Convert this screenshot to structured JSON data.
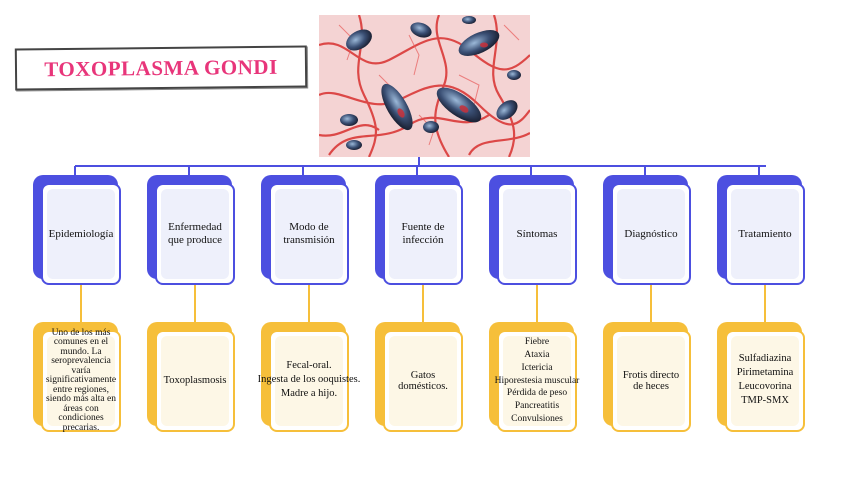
{
  "title": "TOXOPLASMA GONDI",
  "colors": {
    "title": "#e8357a",
    "blue": "#4c4fe0",
    "yellow": "#f6bf3a",
    "connector": "#4c4fe0"
  },
  "categories": [
    {
      "label": "Epidemiología",
      "detail": [
        "Uno de los más comunes en el mundo. La seroprevalencia varía significativamente entre regiones, siendo más alta en áreas con condiciones precarias."
      ]
    },
    {
      "label": "Enfermedad que produce",
      "detail": [
        "Toxoplasmosis"
      ]
    },
    {
      "label": "Modo de transmisión",
      "detail": [
        "Fecal-oral.",
        "Ingesta de los ooquistes.",
        "Madre a hijo."
      ]
    },
    {
      "label": "Fuente de infección",
      "detail": [
        "Gatos domésticos."
      ]
    },
    {
      "label": "Síntomas",
      "detail": [
        "Fiebre",
        "Ataxia",
        "Ictericia",
        "Hiporestesia muscular",
        "Pérdida de peso",
        "Pancreatitis",
        "Convulsiones"
      ]
    },
    {
      "label": "Diagnóstico",
      "detail": [
        "Frotis directo de heces"
      ]
    },
    {
      "label": "Tratamiento",
      "detail": [
        "Sulfadiazina",
        "Pirimetamina",
        "Leucovorina",
        "TMP-SMX"
      ]
    }
  ]
}
